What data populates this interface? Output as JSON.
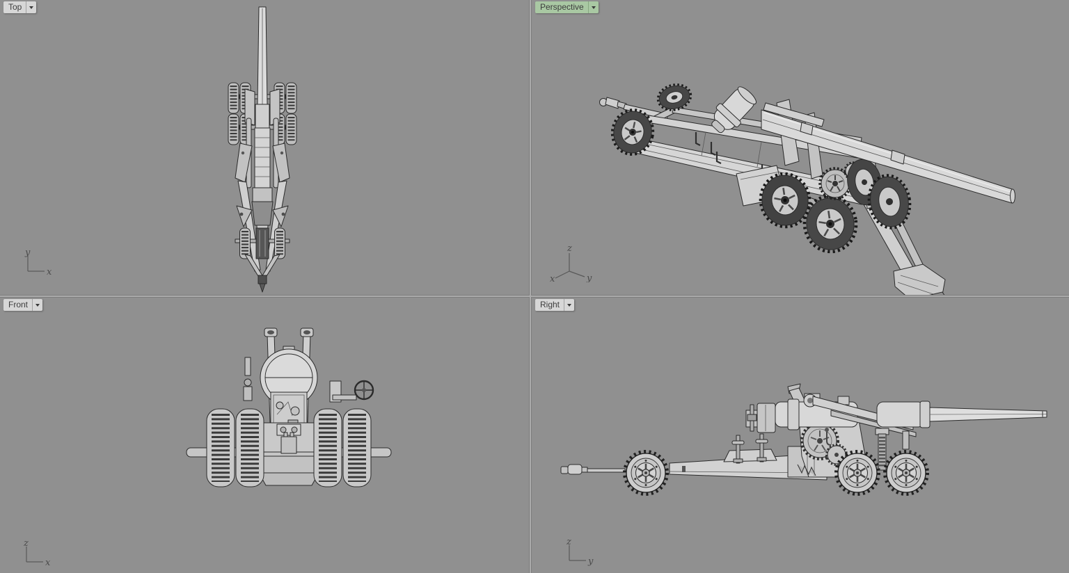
{
  "app": {
    "kind": "3d-cad-four-viewport-workspace",
    "layout": "2x2 viewport grid"
  },
  "viewports": [
    {
      "id": "top",
      "label": "Top",
      "active": false,
      "axis_labels": {
        "v": "y",
        "h": "x"
      }
    },
    {
      "id": "perspective",
      "label": "Perspective",
      "active": true,
      "axis_labels": {
        "up": "z",
        "left": "x",
        "right": "y"
      }
    },
    {
      "id": "front",
      "label": "Front",
      "active": false,
      "axis_labels": {
        "v": "z",
        "h": "x"
      }
    },
    {
      "id": "right",
      "label": "Right",
      "active": false,
      "axis_labels": {
        "v": "z",
        "h": "y"
      }
    }
  ],
  "model": {
    "subject": "Towed heavy field howitzer (artillery gun) 3D model, shaded wireframe, shown in travel configuration with limber wheel, split trail carriage, dual bogie wheels and long barrel"
  },
  "colors": {
    "viewport_background": "#909090",
    "viewport_divider": "#ababab",
    "label_background_inactive": "#d7d7d7",
    "label_background_active": "#a9c8a3",
    "label_text": "#3c3c3c",
    "model_outline": "#2b2b2b",
    "model_surface_light": "#dcdcdc",
    "model_surface_mid": "#cfcfcf",
    "tire_dark": "#474747",
    "axis_text": "#4a4a4a"
  }
}
